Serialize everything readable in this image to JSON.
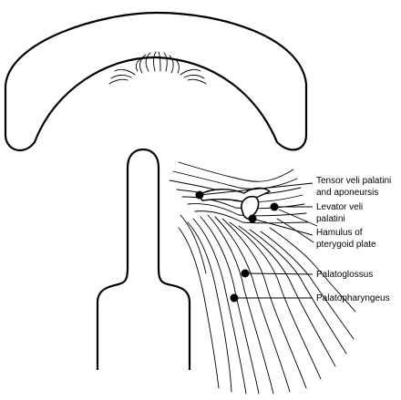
{
  "labels": {
    "tensor_line1": "Tensor veli palatini",
    "tensor_line2": "and aponeursis",
    "levator_line1": "Levator veli",
    "levator_line2": "palatini",
    "hamulus_line1": "Hamulus of",
    "hamulus_line2": "pterygoid plate",
    "palatoglossus": "Palatoglossus",
    "palatopharyngeus": "Palatopharyngeus"
  },
  "colors": {
    "ink": "#000000",
    "background": "#ffffff"
  }
}
